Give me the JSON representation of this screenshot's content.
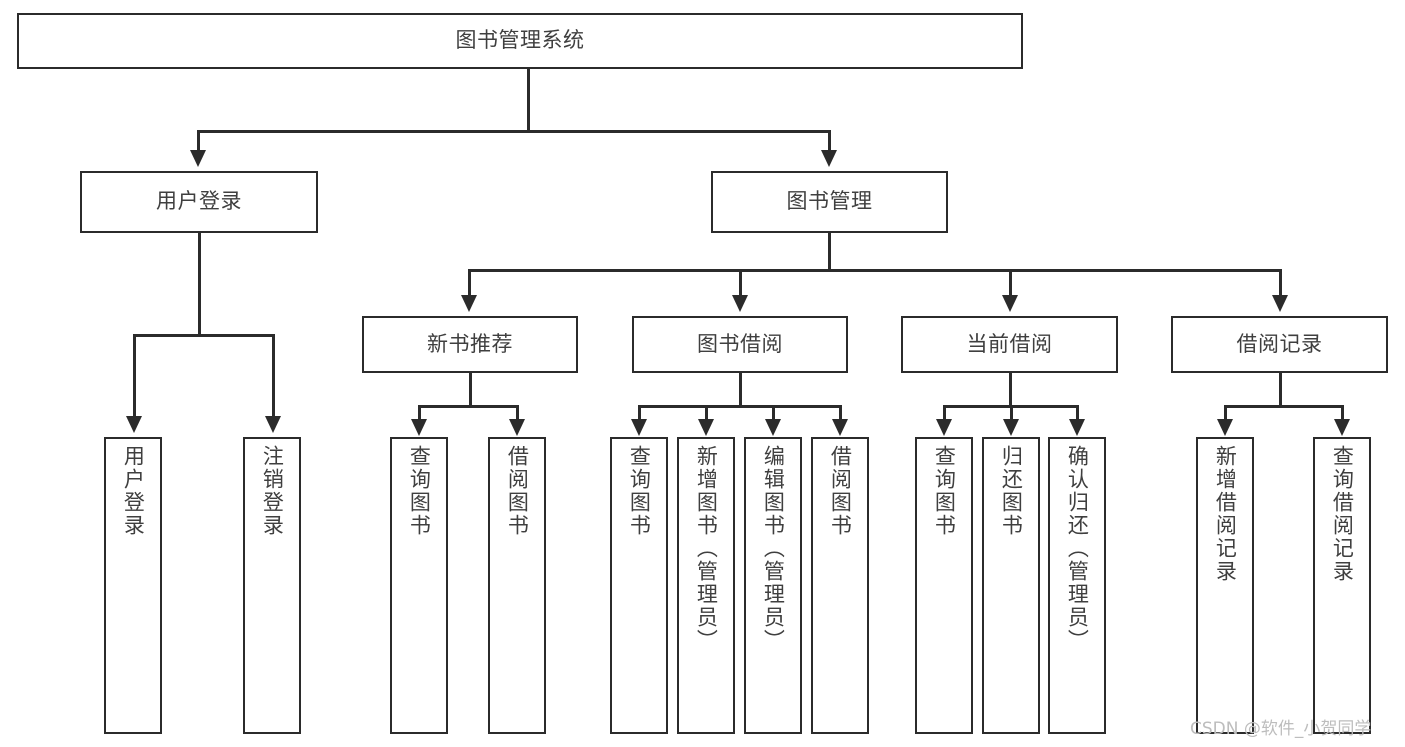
{
  "diagram": {
    "title": "图书管理系统",
    "root": {
      "label": "图书管理系统"
    },
    "level1": [
      {
        "label": "用户登录"
      },
      {
        "label": "图书管理"
      }
    ],
    "level2": [
      {
        "label": "新书推荐"
      },
      {
        "label": "图书借阅"
      },
      {
        "label": "当前借阅"
      },
      {
        "label": "借阅记录"
      }
    ],
    "leaves": {
      "user_login": [
        {
          "label": "用户登录"
        },
        {
          "label": "注销登录"
        }
      ],
      "new_book_recommend": [
        {
          "label": "查询图书"
        },
        {
          "label": "借阅图书"
        }
      ],
      "book_borrow": [
        {
          "label": "查询图书"
        },
        {
          "label": "新增图书（管理员）"
        },
        {
          "label": "编辑图书（管理员）"
        },
        {
          "label": "借阅图书"
        }
      ],
      "current_borrow": [
        {
          "label": "查询图书"
        },
        {
          "label": "归还图书"
        },
        {
          "label": "确认归还（管理员）"
        }
      ],
      "borrow_records": [
        {
          "label": "新增借阅记录"
        },
        {
          "label": "查询借阅记录"
        }
      ]
    }
  },
  "watermark": {
    "text": "CSDN @软件_小贺同学"
  },
  "colors": {
    "line": "#2b2b2b",
    "box_border": "#2b2b2b",
    "text": "#3f3f3f",
    "background": "#ffffff",
    "watermark": "#bdbdbd"
  }
}
